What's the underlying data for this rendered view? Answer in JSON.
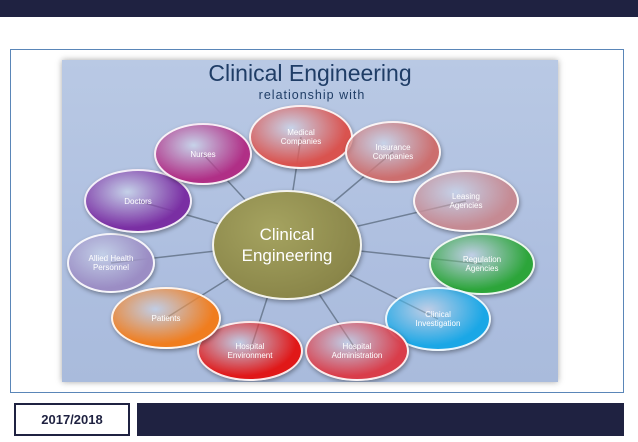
{
  "diagram": {
    "title": "Clinical Engineering",
    "subtitle": "relationship with",
    "center": {
      "line1": "Clinical",
      "line2": "Engineering"
    },
    "nodes": [
      {
        "line1": "Medical",
        "line2": "Companies",
        "color": "#d9534f"
      },
      {
        "line1": "Insurance",
        "line2": "Companies",
        "color": "#cc6e6e"
      },
      {
        "line1": "Leasing",
        "line2": "Agencies",
        "color": "#c58a93"
      },
      {
        "line1": "Regulation",
        "line2": "Agencies",
        "color": "#2ca53a"
      },
      {
        "line1": "Clinical",
        "line2": "Investigation",
        "color": "#1aa7e6"
      },
      {
        "line1": "Hospital",
        "line2": "Administration",
        "color": "#d93d4a"
      },
      {
        "line1": "Hospital",
        "line2": "Environment",
        "color": "#e01818"
      },
      {
        "line1": "Patients",
        "line2": "",
        "color": "#f07d1e"
      },
      {
        "line1": "Allied Health",
        "line2": "Personnel",
        "color": "#9b8dc4"
      },
      {
        "line1": "Doctors",
        "line2": "",
        "color": "#7a2fa3"
      },
      {
        "line1": "Nurses",
        "line2": "",
        "color": "#b02f86"
      }
    ]
  },
  "footer": {
    "year": "2017/2018"
  }
}
